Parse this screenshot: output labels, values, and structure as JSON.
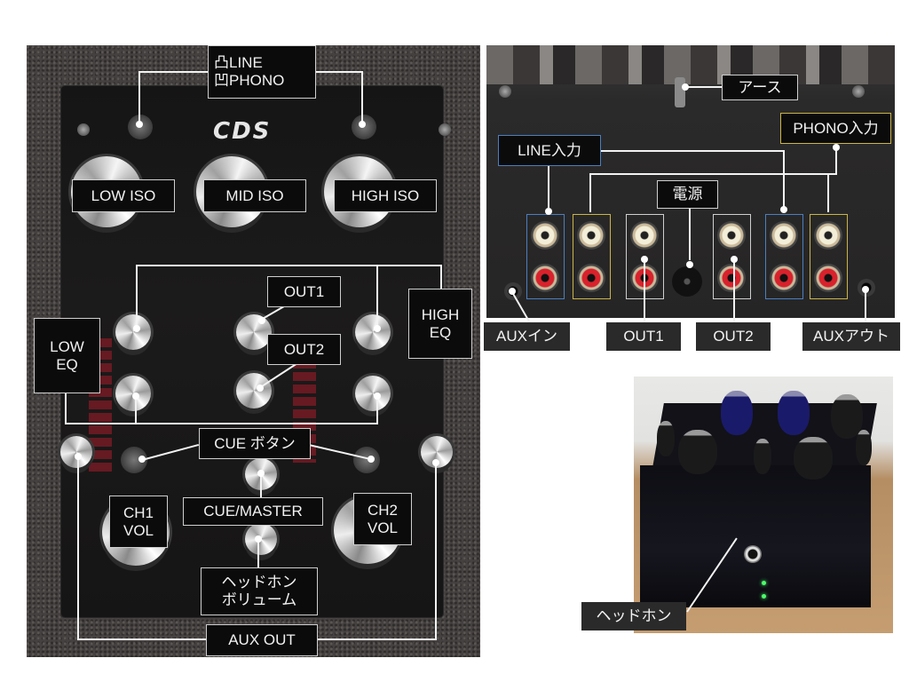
{
  "top_view": {
    "logo": "CDS",
    "labels": {
      "input_select": "凸LINE\n凹PHONO",
      "low_iso": "LOW ISO",
      "mid_iso": "MID ISO",
      "high_iso": "HIGH ISO",
      "low_eq": "LOW\nEQ",
      "high_eq": "HIGH\nEQ",
      "out1": "OUT1",
      "out2": "OUT2",
      "cue_button": "CUE ボタン",
      "cue_master": "CUE/MASTER",
      "ch1_vol": "CH1\nVOL",
      "ch2_vol": "CH2\nVOL",
      "headphone_volume": "ヘッドホン\nボリューム",
      "aux_out": "AUX OUT"
    }
  },
  "rear_view": {
    "labels": {
      "earth": "アース",
      "line_input": "LINE入力",
      "phono_input": "PHONO入力",
      "power": "電源",
      "aux_in": "AUXイン",
      "out1": "OUT1",
      "out2": "OUT2",
      "aux_out": "AUXアウト"
    },
    "box_colors": {
      "line": "#4a7fc0",
      "phono": "#c9b44a",
      "out": "#cfcfcf"
    }
  },
  "device_view": {
    "labels": {
      "headphone": "ヘッドホン"
    }
  }
}
